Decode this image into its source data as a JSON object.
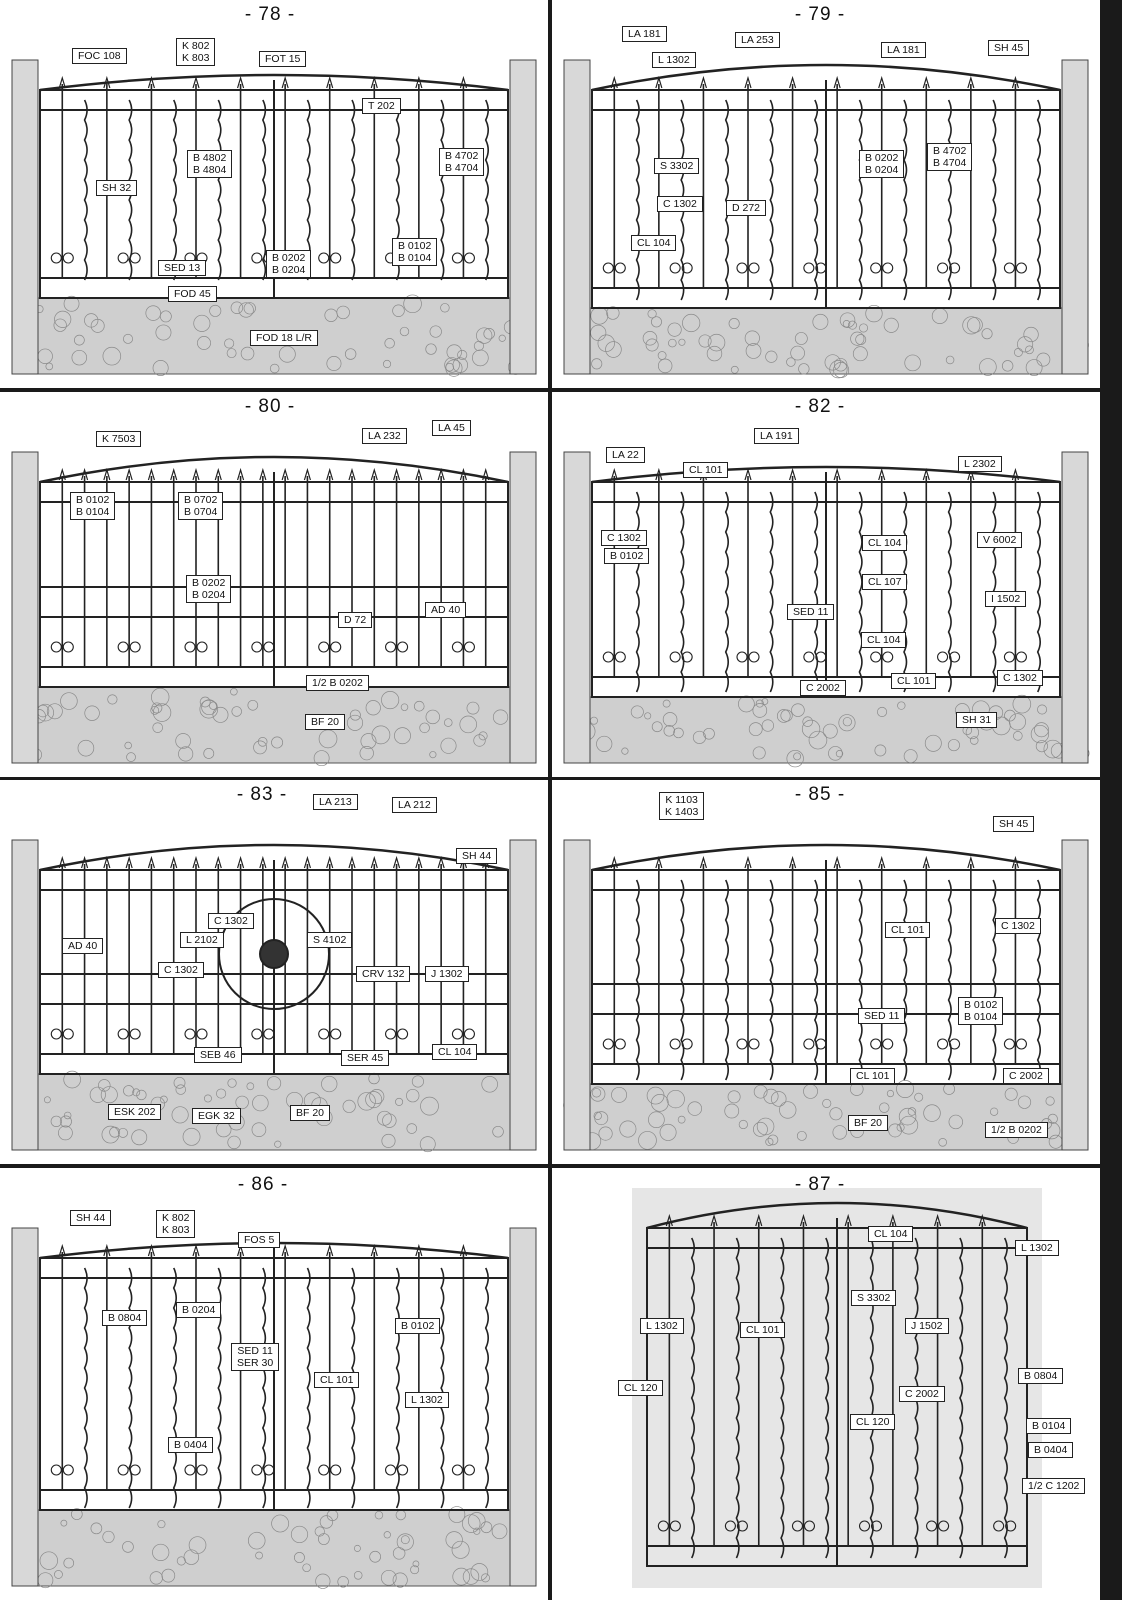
{
  "panels": [
    {
      "number": "- 78 -",
      "labels": [
        "FOC 108",
        "K 802\nK 803",
        "FOT 15",
        "T 202",
        "SH 32",
        "B 4802\nB 4804",
        "B 4702\nB 4704",
        "SED 13",
        "B 0202\nB 0204",
        "B 0102\nB 0104",
        "FOD 45",
        "FOD 18 L/R"
      ]
    },
    {
      "number": "- 79 -",
      "labels": [
        "LA 181",
        "LA 253",
        "L 1302",
        "LA 181",
        "SH 45",
        "S 3302",
        "B 0202\nB 0204",
        "B 4702\nB 4704",
        "C 1302",
        "D 272",
        "CL 104"
      ]
    },
    {
      "number": "- 80 -",
      "labels": [
        "K 7503",
        "LA 232",
        "LA 45",
        "B 0102\nB 0104",
        "B 0702\nB 0704",
        "B 0202\nB 0204",
        "AD 40",
        "D 72",
        "1/2 B 0202",
        "BF 20"
      ]
    },
    {
      "number": "- 82 -",
      "labels": [
        "LA 191",
        "LA 22",
        "CL 101",
        "L 2302",
        "C 1302",
        "B 0102",
        "CL 104",
        "V 6002",
        "SED 11",
        "CL 107",
        "I 1502",
        "CL 104",
        "C 1302",
        "C 2002",
        "CL 101",
        "SH 31"
      ]
    },
    {
      "number": "- 83 -",
      "labels": [
        "LA 213",
        "LA 212",
        "SH 44",
        "C 1302",
        "L 2102",
        "S 4102",
        "C 1302",
        "CRV 132",
        "J 1302",
        "AD 40",
        "SEB 46",
        "SER 45",
        "CL 104",
        "ESK 202",
        "EGK 32",
        "BF 20"
      ]
    },
    {
      "number": "- 85 -",
      "labels": [
        "K 1103\nK 1403",
        "SH 45",
        "CL 101",
        "C 1302",
        "SED 11",
        "B 0102\nB 0104",
        "CL 101",
        "C 2002",
        "BF 20",
        "1/2 B 0202"
      ]
    },
    {
      "number": "- 86 -",
      "labels": [
        "SH 44",
        "K 802\nK 803",
        "FOS 5",
        "B 0804",
        "B 0204",
        "SED 11\nSER 30",
        "B 0102",
        "CL 101",
        "L 1302",
        "B 0404"
      ]
    },
    {
      "number": "- 87 -",
      "labels": [
        "CL 104",
        "L 1302",
        "S 3302",
        "L 1302",
        "CL 101",
        "J 1502",
        "CL 120",
        "C 2002",
        "B 0804",
        "CL 120",
        "B 0104",
        "B 0404",
        "1/2 C 1202"
      ]
    }
  ]
}
